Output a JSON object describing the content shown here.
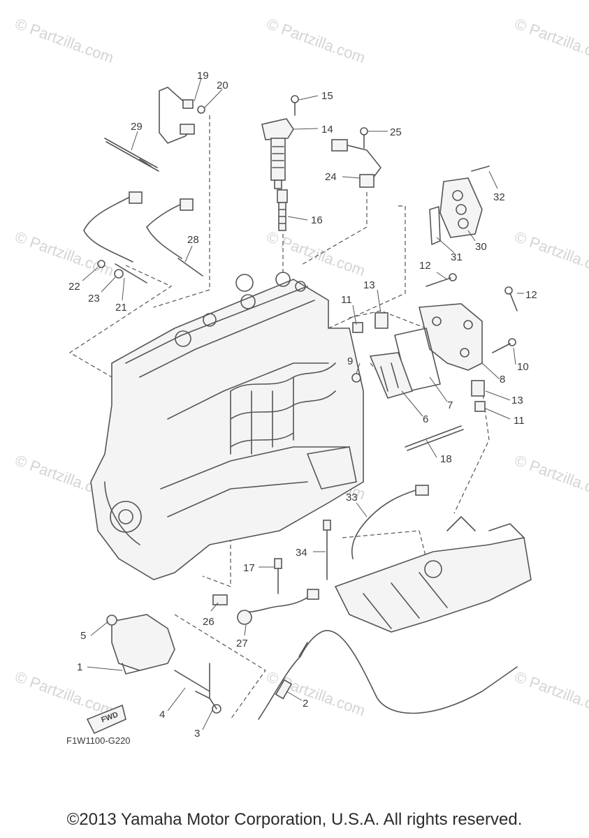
{
  "watermark": "© Partzilla.com",
  "reference_code": "F1W1100-G220",
  "fwd_label": "FWD",
  "copyright": "©2013 Yamaha Motor Corporation, U.S.A. All rights reserved.",
  "callouts": [
    "1",
    "2",
    "3",
    "4",
    "5",
    "6",
    "7",
    "8",
    "9",
    "10",
    "11",
    "11",
    "12",
    "12",
    "13",
    "13",
    "14",
    "15",
    "16",
    "17",
    "18",
    "19",
    "20",
    "21",
    "22",
    "23",
    "24",
    "25",
    "26",
    "27",
    "28",
    "29",
    "30",
    "31",
    "32",
    "33",
    "34"
  ]
}
